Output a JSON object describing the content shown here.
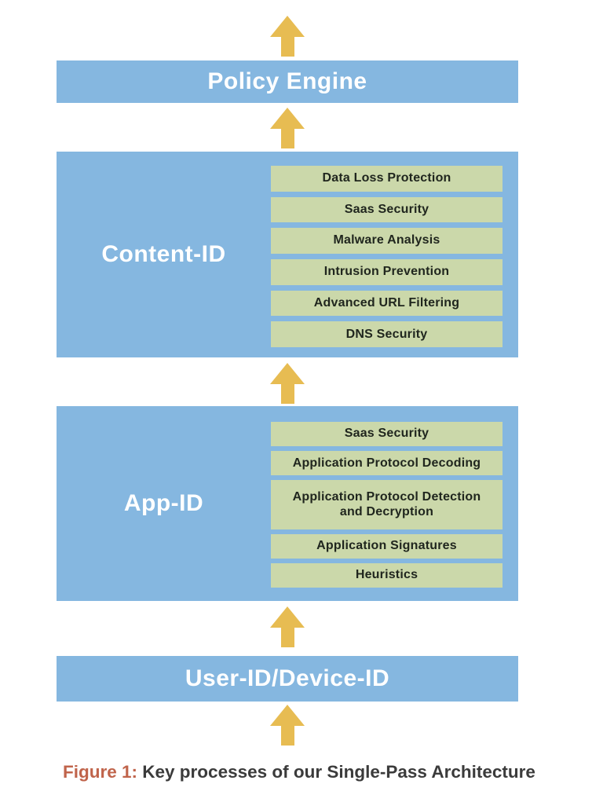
{
  "colors": {
    "blue": "#85B7E0",
    "green": "#CBD8AA",
    "gold": "#E7BC52",
    "item-text": "#20261E",
    "label-text": "#FFFFFF",
    "caption-accent": "#C0644B",
    "caption-text": "#3B3B3B"
  },
  "icons": {
    "up-arrow": "css-triangle-with-stem"
  },
  "diagram": {
    "layers": [
      {
        "label": "Policy Engine"
      },
      {
        "label": "Content-ID",
        "items": [
          "Data Loss Protection",
          "Saas Security",
          "Malware Analysis",
          "Intrusion Prevention",
          "Advanced URL Filtering",
          "DNS Security"
        ]
      },
      {
        "label": "App-ID",
        "items": [
          "Saas Security",
          "Application Protocol Decoding",
          "Application Protocol Detection and Decryption",
          "Application Signatures",
          "Heuristics"
        ],
        "tall_item_index": 2
      },
      {
        "label": "User-ID/Device-ID"
      }
    ],
    "caption": {
      "prefix": "Figure 1:",
      "text": "Key processes of our Single-Pass Architecture"
    }
  }
}
